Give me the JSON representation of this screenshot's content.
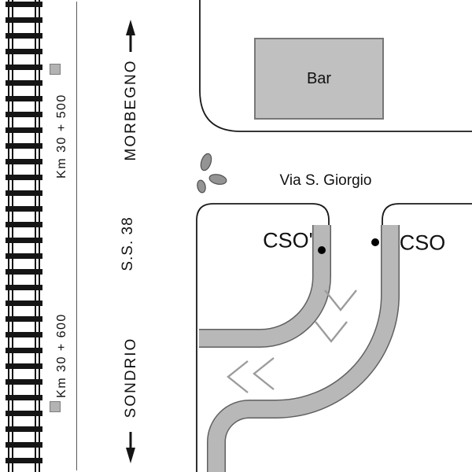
{
  "title": "Road and railway intersection diagram",
  "railway": {
    "km_marker_top": "Km 30 + 500",
    "km_marker_bottom": "Km 30 + 600"
  },
  "directions": {
    "north_label": "MORBEGNO",
    "south_label": "SONDRIO"
  },
  "roads": {
    "highway_label": "S.S. 38",
    "street_label": "Via S. Giorgio"
  },
  "buildings": {
    "bar_label": "Bar"
  },
  "markers": {
    "cso_prime_label": "CSO'",
    "cso_label": "CSO"
  },
  "colors": {
    "ink": "#1a1a1a",
    "road_fill": "#b8b8b8",
    "road_outline": "#606060",
    "building_fill": "#c0c0c0",
    "chevron": "#9c9c9c"
  }
}
